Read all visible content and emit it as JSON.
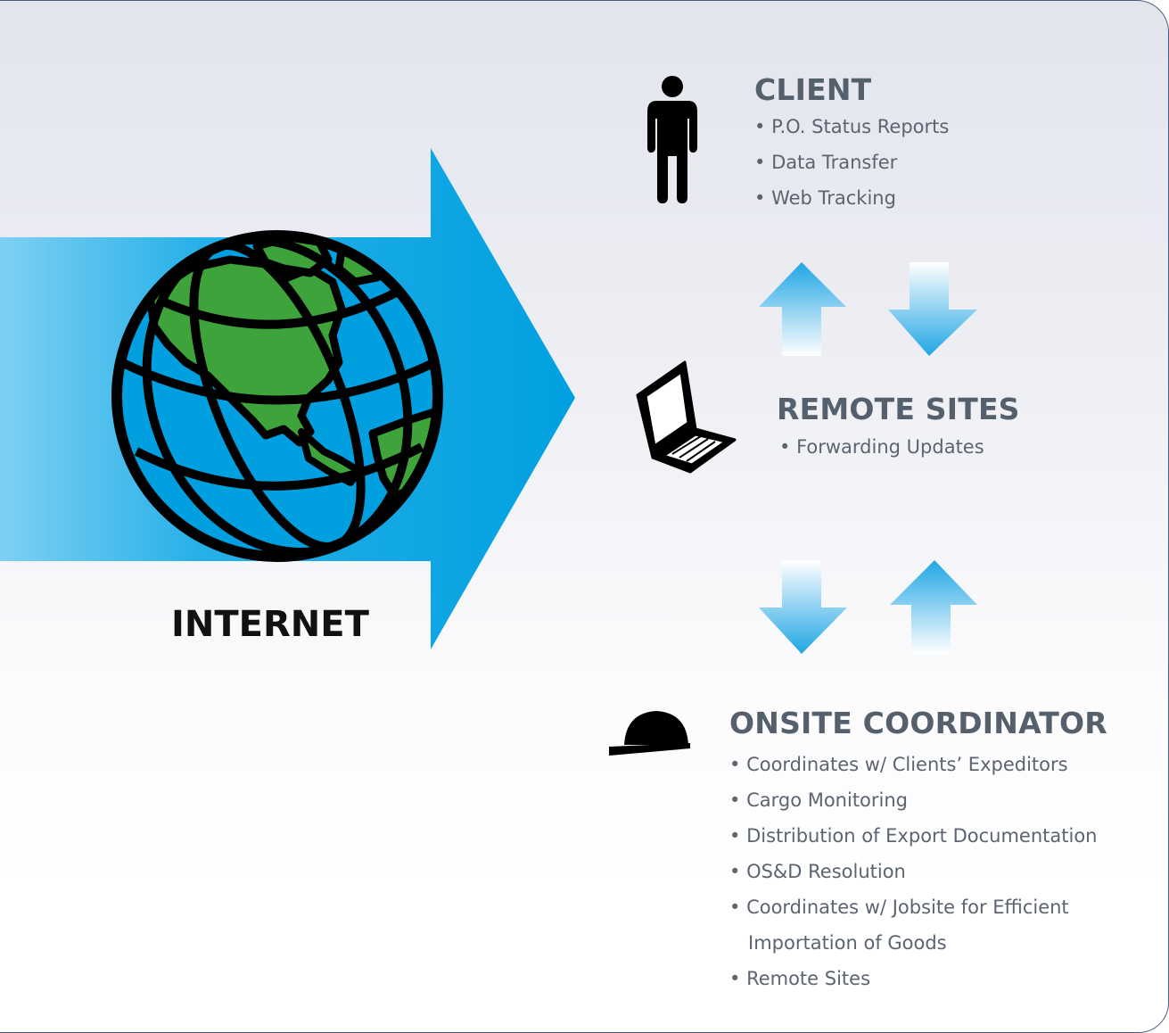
{
  "internet": {
    "label": "INTERNET"
  },
  "client": {
    "title": "CLIENT",
    "bullets": [
      "P.O. Status Reports",
      "Data Transfer",
      "Web Tracking"
    ]
  },
  "remote_sites": {
    "title": "REMOTE SITES",
    "bullets": [
      "Forwarding Updates"
    ]
  },
  "onsite": {
    "title": "ONSITE COORDINATOR",
    "bullets": [
      "Coordinates w/ Clients’ Expeditors",
      "Cargo Monitoring",
      "Distribution of Export Documentation",
      "OS&D Resolution",
      "Coordinates w/ Jobsite for Efficient",
      "Importation of Goods",
      "Remote Sites"
    ]
  },
  "icons": [
    "globe-icon",
    "person-icon",
    "laptop-icon",
    "hard-hat-icon"
  ],
  "colors": {
    "arrow_blue": "#00a0e0",
    "globe_green": "#3da33a",
    "heading_gray": "#56606d",
    "text_gray": "#5b6470"
  }
}
